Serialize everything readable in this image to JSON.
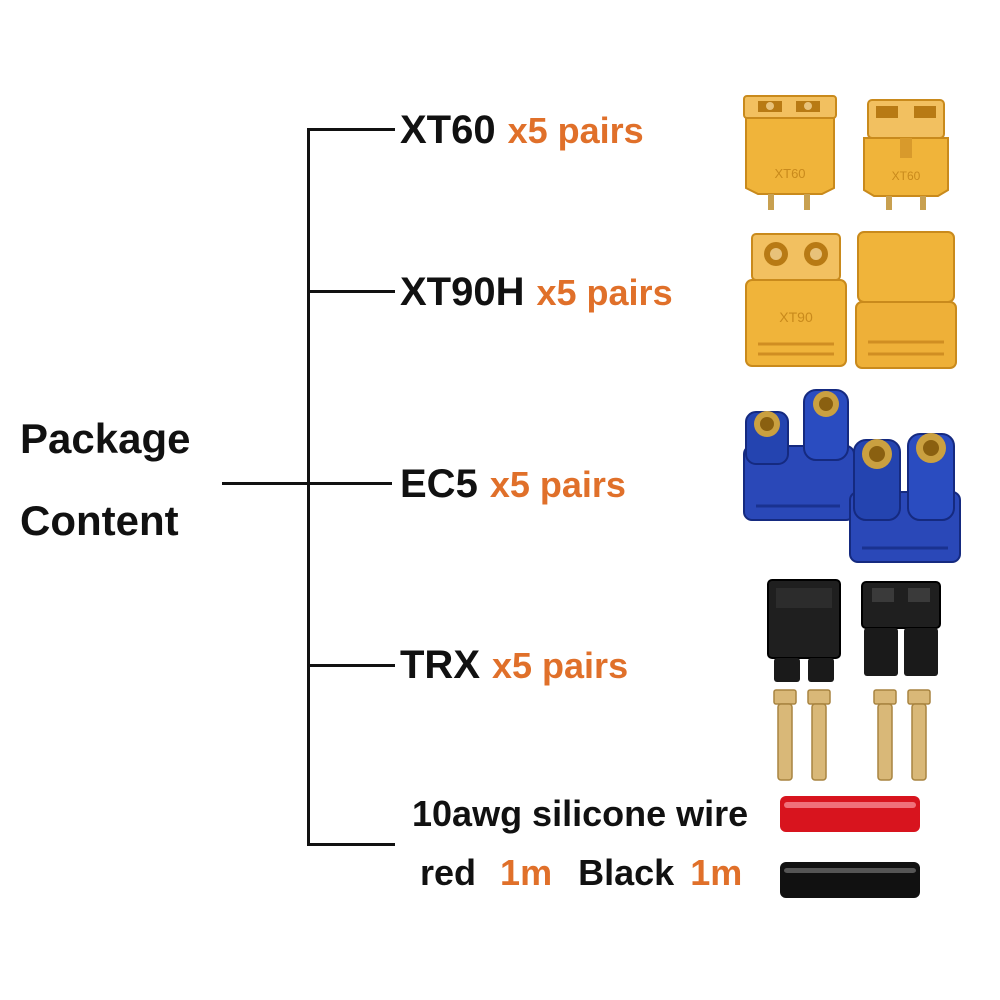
{
  "package": {
    "line1": "Package",
    "line2": "Content"
  },
  "items": [
    {
      "name": "XT60",
      "qty": "x5 pairs"
    },
    {
      "name": "XT90H",
      "qty": "x5 pairs"
    },
    {
      "name": "EC5",
      "qty": "x5 pairs"
    },
    {
      "name": "TRX",
      "qty": "x5 pairs"
    }
  ],
  "wire": {
    "line1": "10awg silicone wire",
    "red_label": "red",
    "red_len": "1m",
    "black_label": "Black",
    "black_len": "1m"
  },
  "connector_marks": {
    "xt60": "XT60",
    "xt90": "XT90"
  },
  "colors": {
    "accent_orange": "#e0702a",
    "connector_yellow": "#f0b43a",
    "connector_blue": "#2240b0",
    "connector_black": "#1a1a1a",
    "wire_red": "#d8141e",
    "wire_black": "#111111"
  }
}
